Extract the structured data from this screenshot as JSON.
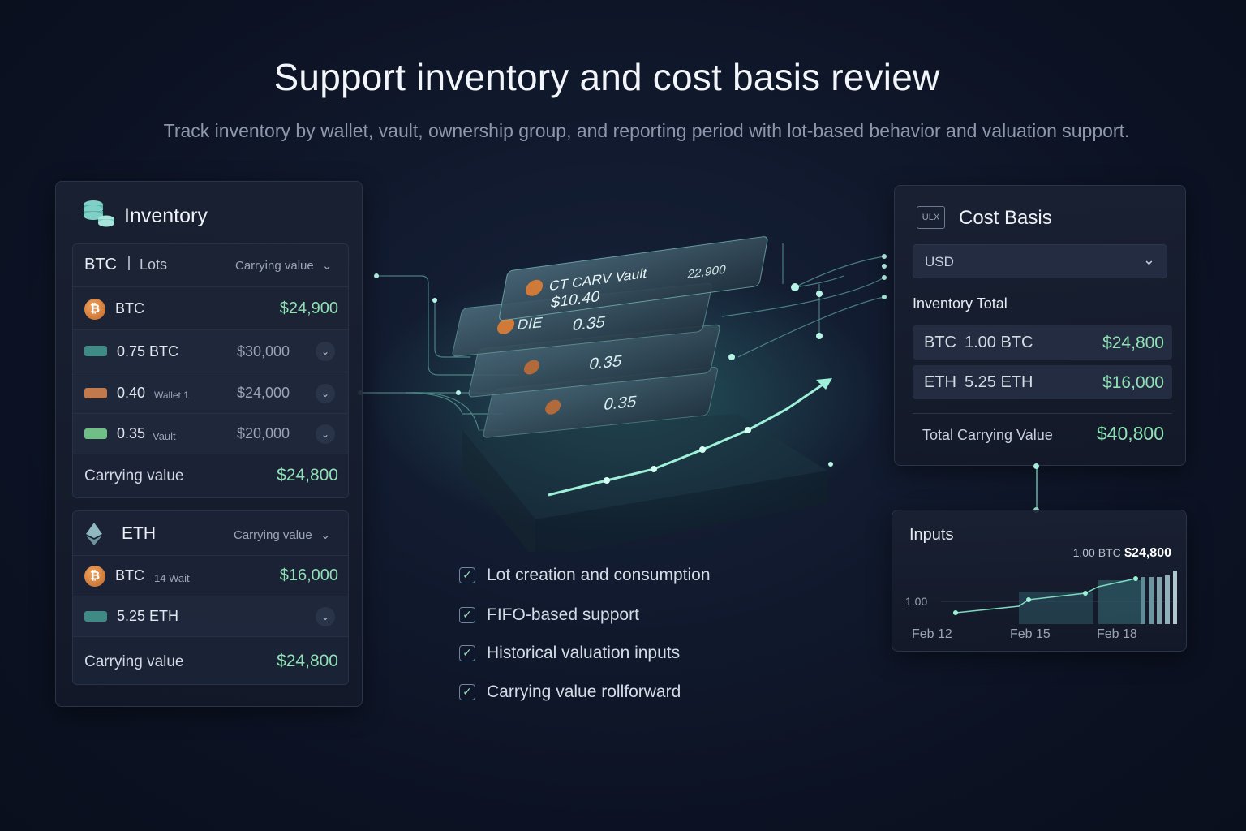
{
  "header": {
    "title": "Support inventory and cost basis review",
    "subtitle": "Track inventory by wallet, vault, ownership group, and reporting period with lot-based behavior and valuation support."
  },
  "inventory": {
    "title": "Inventory",
    "btc_card": {
      "tab_asset": "BTC",
      "tab_lots": "Lots",
      "dropdown_label": "Carrying value",
      "asset_row": {
        "name": "BTC",
        "value": "$24,900"
      },
      "lots": [
        {
          "qty": "0.75 BTC",
          "tag": "",
          "value": "$30,000",
          "color": "#3f8a85"
        },
        {
          "qty": "0.40",
          "tag": "Wallet 1",
          "value": "$24,000",
          "color": "#c07a4d"
        },
        {
          "qty": "0.35",
          "tag": "Vault",
          "value": "$20,000",
          "color": "#6fbf86"
        }
      ],
      "footer_label": "Carrying value",
      "footer_value": "$24,800"
    },
    "eth_card": {
      "asset": "ETH",
      "dropdown_label": "Carrying value",
      "asset_row": {
        "name": "BTC",
        "tag": "14 Wait",
        "value": "$16,000"
      },
      "lot": {
        "qty": "5.25 ETH",
        "color": "#3f8a85"
      },
      "footer_label": "Carrying value",
      "footer_value": "$24,800"
    }
  },
  "center": {
    "cards": [
      {
        "label": "CT CARV Vault",
        "amount": "$10.40",
        "side": "22,900"
      },
      {
        "label": "DIE",
        "amount": "0.35",
        "side": ""
      },
      {
        "label": "",
        "amount": "0.35",
        "side": ""
      },
      {
        "label": "",
        "amount": "0.35",
        "side": ""
      }
    ]
  },
  "features": [
    "Lot creation and consumption",
    "FIFO-based support",
    "Historical valuation inputs",
    "Carrying value rollforward"
  ],
  "cost_basis": {
    "icon_text": "ULX",
    "title": "Cost Basis",
    "currency": "USD",
    "section_label": "Inventory Total",
    "rows": [
      {
        "asset": "BTC",
        "qty": "1.00 BTC",
        "value": "$24,800"
      },
      {
        "asset": "ETH",
        "qty": "5.25 ETH",
        "value": "$16,000"
      }
    ],
    "total_label": "Total Carrying Value",
    "total_value": "$40,800"
  },
  "inputs": {
    "title": "Inputs",
    "readout_qty": "1.00 BTC",
    "readout_value": "$24,800",
    "y_label": "1.00",
    "x_labels": [
      "Feb 12",
      "Feb 15",
      "Feb 18"
    ]
  },
  "colors": {
    "accent_green": "#8fe0b5",
    "glow": "#7ee8c8",
    "btc_orange": "#e08a3f"
  }
}
